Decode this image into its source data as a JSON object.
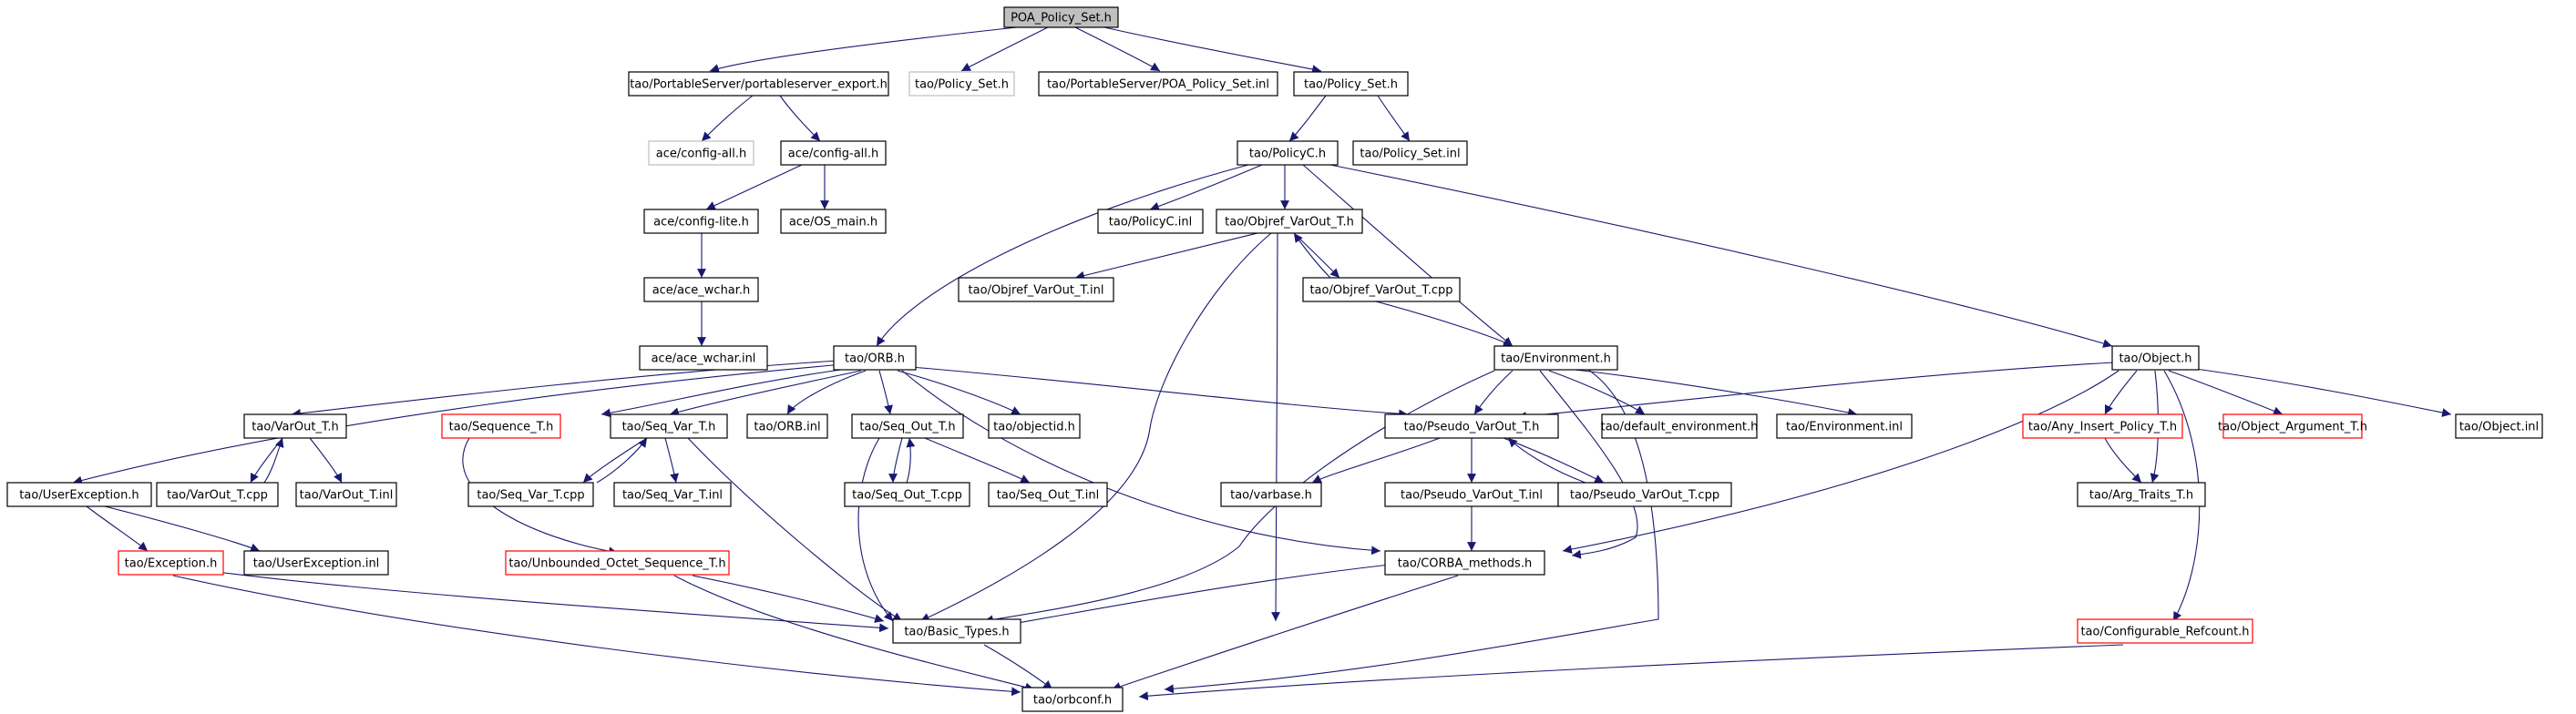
{
  "colors": {
    "edge": "#191970",
    "root_fill": "#bfbfbf",
    "normal_border": "#000000",
    "missing_border": "#bfbfbf",
    "truncated_border": "#ff0000"
  },
  "nodes": [
    {
      "id": "poa",
      "label": "POA_Policy_Set.h",
      "kind": "root"
    },
    {
      "id": "pse",
      "label": "tao/PortableServer/portableserver_export.h",
      "kind": "normal"
    },
    {
      "id": "tps_missing",
      "label": "tao/Policy_Set.h",
      "kind": "missing"
    },
    {
      "id": "poa_inl",
      "label": "tao/PortableServer/POA_Policy_Set.inl",
      "kind": "normal"
    },
    {
      "id": "ps",
      "label": "tao/Policy_Set.h",
      "kind": "normal"
    },
    {
      "id": "aca_missing",
      "label": "ace/config-all.h",
      "kind": "missing"
    },
    {
      "id": "aca",
      "label": "ace/config-all.h",
      "kind": "normal"
    },
    {
      "id": "policyc",
      "label": "tao/PolicyC.h",
      "kind": "normal"
    },
    {
      "id": "ps_inl",
      "label": "tao/Policy_Set.inl",
      "kind": "normal"
    },
    {
      "id": "acl",
      "label": "ace/config-lite.h",
      "kind": "normal"
    },
    {
      "id": "aos",
      "label": "ace/OS_main.h",
      "kind": "normal"
    },
    {
      "id": "policyc_inl",
      "label": "tao/PolicyC.inl",
      "kind": "normal"
    },
    {
      "id": "objref",
      "label": "tao/Objref_VarOut_T.h",
      "kind": "normal"
    },
    {
      "id": "awc",
      "label": "ace/ace_wchar.h",
      "kind": "normal"
    },
    {
      "id": "objref_inl",
      "label": "tao/Objref_VarOut_T.inl",
      "kind": "normal"
    },
    {
      "id": "objref_cpp",
      "label": "tao/Objref_VarOut_T.cpp",
      "kind": "normal"
    },
    {
      "id": "awc_inl",
      "label": "ace/ace_wchar.inl",
      "kind": "normal"
    },
    {
      "id": "orb",
      "label": "tao/ORB.h",
      "kind": "normal"
    },
    {
      "id": "env",
      "label": "tao/Environment.h",
      "kind": "normal"
    },
    {
      "id": "obj",
      "label": "tao/Object.h",
      "kind": "normal"
    },
    {
      "id": "varout",
      "label": "tao/VarOut_T.h",
      "kind": "normal"
    },
    {
      "id": "seqT",
      "label": "tao/Sequence_T.h",
      "kind": "truncated"
    },
    {
      "id": "seqvar",
      "label": "tao/Seq_Var_T.h",
      "kind": "normal"
    },
    {
      "id": "orb_inl",
      "label": "tao/ORB.inl",
      "kind": "normal"
    },
    {
      "id": "seqout",
      "label": "tao/Seq_Out_T.h",
      "kind": "normal"
    },
    {
      "id": "objectid",
      "label": "tao/objectid.h",
      "kind": "normal"
    },
    {
      "id": "pseudo",
      "label": "tao/Pseudo_VarOut_T.h",
      "kind": "normal"
    },
    {
      "id": "defenv",
      "label": "tao/default_environment.h",
      "kind": "normal"
    },
    {
      "id": "env_inl",
      "label": "tao/Environment.inl",
      "kind": "normal"
    },
    {
      "id": "anyins",
      "label": "tao/Any_Insert_Policy_T.h",
      "kind": "truncated"
    },
    {
      "id": "objarg",
      "label": "tao/Object_Argument_T.h",
      "kind": "truncated"
    },
    {
      "id": "obj_inl",
      "label": "tao/Object.inl",
      "kind": "normal"
    },
    {
      "id": "userexc",
      "label": "tao/UserException.h",
      "kind": "normal"
    },
    {
      "id": "varout_cpp",
      "label": "tao/VarOut_T.cpp",
      "kind": "normal"
    },
    {
      "id": "varout_inl",
      "label": "tao/VarOut_T.inl",
      "kind": "normal"
    },
    {
      "id": "seqvar_cpp",
      "label": "tao/Seq_Var_T.cpp",
      "kind": "normal"
    },
    {
      "id": "seqvar_inl",
      "label": "tao/Seq_Var_T.inl",
      "kind": "normal"
    },
    {
      "id": "seqout_cpp",
      "label": "tao/Seq_Out_T.cpp",
      "kind": "normal"
    },
    {
      "id": "seqout_inl",
      "label": "tao/Seq_Out_T.inl",
      "kind": "normal"
    },
    {
      "id": "varbase",
      "label": "tao/varbase.h",
      "kind": "normal"
    },
    {
      "id": "pseudo_inl",
      "label": "tao/Pseudo_VarOut_T.inl",
      "kind": "normal"
    },
    {
      "id": "pseudo_cpp",
      "label": "tao/Pseudo_VarOut_T.cpp",
      "kind": "normal"
    },
    {
      "id": "argtraits",
      "label": "tao/Arg_Traits_T.h",
      "kind": "normal"
    },
    {
      "id": "exc",
      "label": "tao/Exception.h",
      "kind": "truncated"
    },
    {
      "id": "userexc_inl",
      "label": "tao/UserException.inl",
      "kind": "normal"
    },
    {
      "id": "unbounded",
      "label": "tao/Unbounded_Octet_Sequence_T.h",
      "kind": "truncated"
    },
    {
      "id": "corba",
      "label": "tao/CORBA_methods.h",
      "kind": "normal"
    },
    {
      "id": "basic",
      "label": "tao/Basic_Types.h",
      "kind": "normal"
    },
    {
      "id": "configref",
      "label": "tao/Configurable_Refcount.h",
      "kind": "truncated"
    },
    {
      "id": "orbconf",
      "label": "tao/orbconf.h",
      "kind": "normal"
    }
  ]
}
